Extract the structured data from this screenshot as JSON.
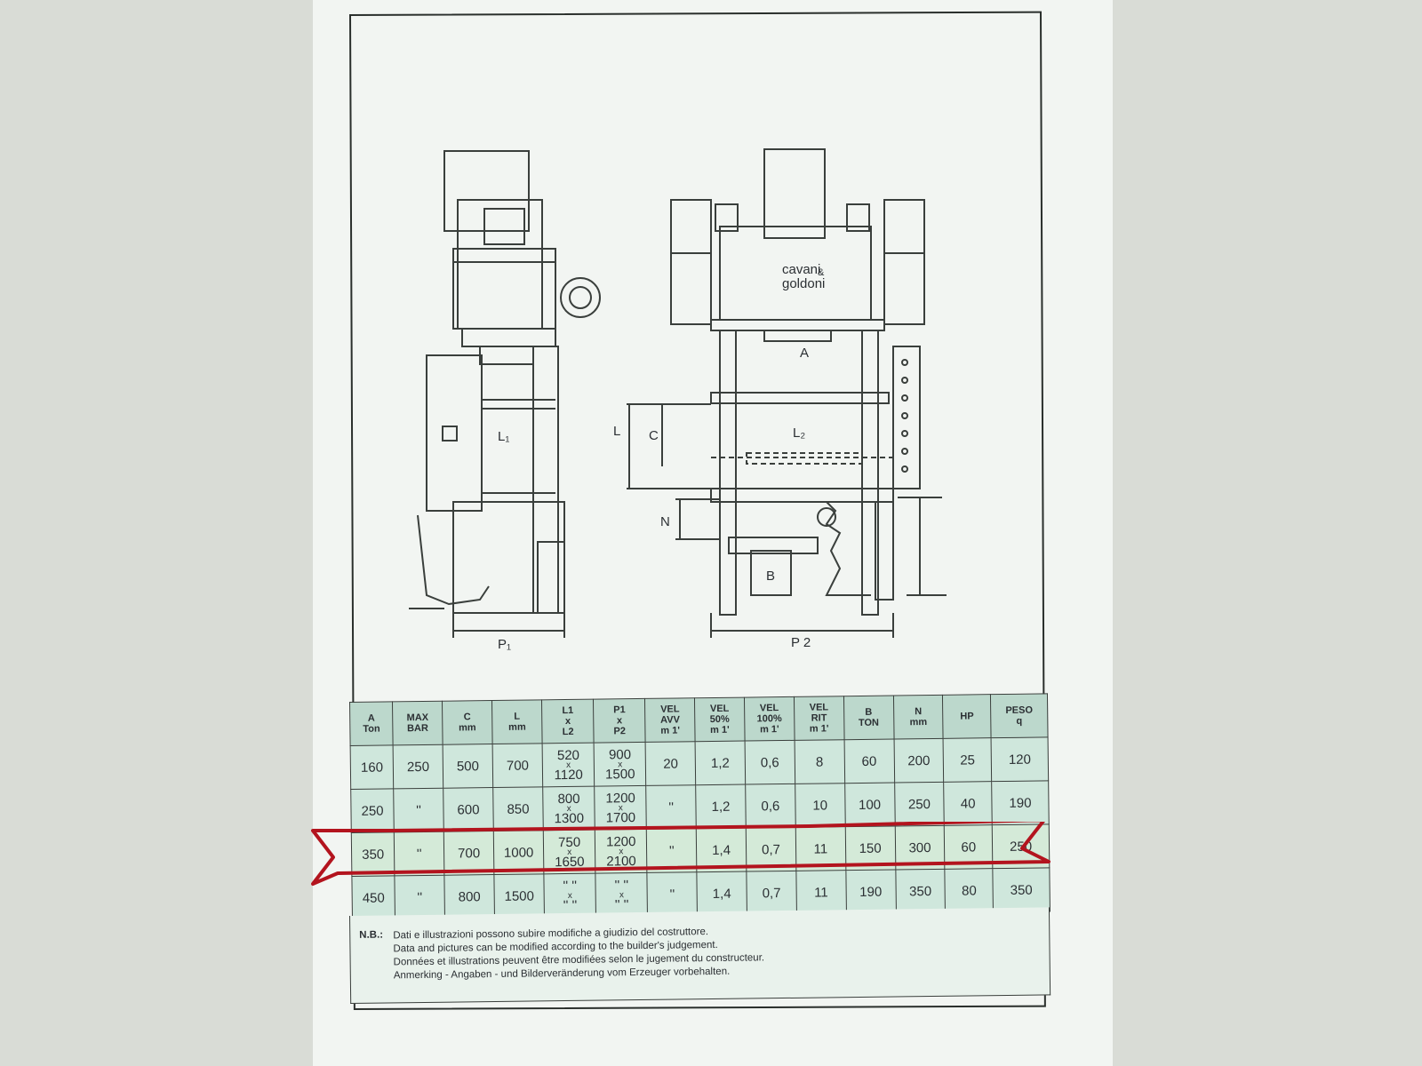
{
  "drawing_labels": {
    "brand_line1": "cavani",
    "brand_amp": "&",
    "brand_line2": "goldoni",
    "l1": "L₁",
    "l2": "L₂",
    "l": "L",
    "c": "C",
    "a": "A",
    "n": "N",
    "b": "B",
    "p1": "P₁",
    "p2": "P 2"
  },
  "table": {
    "headers": [
      [
        "A",
        "Ton"
      ],
      [
        "MAX",
        "BAR"
      ],
      [
        "C",
        "mm"
      ],
      [
        "L",
        "mm"
      ],
      [
        "L1",
        "x",
        "L2"
      ],
      [
        "P1",
        "x",
        "P2"
      ],
      [
        "VEL",
        "AVV",
        "m   1'"
      ],
      [
        "VEL",
        "50%",
        "m   1'"
      ],
      [
        "VEL",
        "100%",
        "m   1'"
      ],
      [
        "VEL",
        "RIT",
        "m   1'"
      ],
      [
        "B",
        "TON"
      ],
      [
        "N",
        "mm"
      ],
      [
        "HP"
      ],
      [
        "PESO",
        "q"
      ]
    ],
    "rows": [
      {
        "a": "160",
        "bar": "250",
        "c": "500",
        "l": "700",
        "l1": "520",
        "l2": "1120",
        "p1": "900",
        "p2": "1500",
        "avv": "20",
        "v50": "1,2",
        "v100": "0,6",
        "rit": "8",
        "b": "60",
        "n": "200",
        "hp": "25",
        "peso": "120"
      },
      {
        "a": "250",
        "bar": "''",
        "c": "600",
        "l": "850",
        "l1": "800",
        "l2": "1300",
        "p1": "1200",
        "p2": "1700",
        "avv": "''",
        "v50": "1,2",
        "v100": "0,6",
        "rit": "10",
        "b": "100",
        "n": "250",
        "hp": "40",
        "peso": "190"
      },
      {
        "a": "350",
        "bar": "''",
        "c": "700",
        "l": "1000",
        "l1": "750",
        "l2": "1650",
        "p1": "1200",
        "p2": "2100",
        "avv": "''",
        "v50": "1,4",
        "v100": "0,7",
        "rit": "11",
        "b": "150",
        "n": "300",
        "hp": "60",
        "peso": "250"
      },
      {
        "a": "450",
        "bar": "''",
        "c": "800",
        "l": "1500",
        "l1": "'' ''",
        "l2": "'' ''",
        "p1": "'' ''",
        "p2": "'' ''",
        "avv": "''",
        "v50": "1,4",
        "v100": "0,7",
        "rit": "11",
        "b": "190",
        "n": "350",
        "hp": "80",
        "peso": "350"
      }
    ],
    "x_symbol": "x",
    "highlighted_row": 2,
    "highlight_color": "#b3141e"
  },
  "notes": {
    "label": "N.B.:",
    "lines": [
      "Dati e illustrazioni possono subire modifiche a giudizio del costruttore.",
      "Data and pictures can be modified according to the builder's judgement.",
      "Données et illustrations peuvent être modifiées selon le jugement du constructeur.",
      "Anmerking - Angaben - und Bilderveränderung vom Erzeuger vorbehalten."
    ]
  }
}
